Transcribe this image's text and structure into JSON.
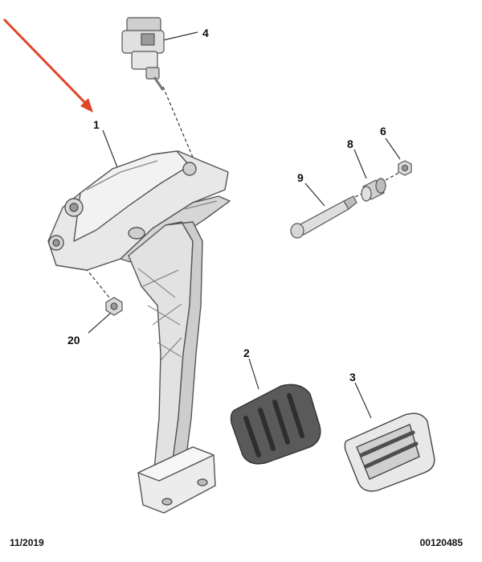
{
  "callouts": [
    {
      "id": "callout-1",
      "label": "1"
    },
    {
      "id": "callout-2",
      "label": "2"
    },
    {
      "id": "callout-3",
      "label": "3"
    },
    {
      "id": "callout-4",
      "label": "4"
    },
    {
      "id": "callout-6",
      "label": "6"
    },
    {
      "id": "callout-8",
      "label": "8"
    },
    {
      "id": "callout-9",
      "label": "9"
    },
    {
      "id": "callout-20",
      "label": "20"
    }
  ],
  "footer": {
    "date": "11/2019",
    "reference": "00120485"
  },
  "colors": {
    "arrow": "#e0452a",
    "part_light": "#e8e8e8",
    "part_mid": "#cfcfcf",
    "part_dark": "#8a8a8a",
    "outline": "#555555",
    "rubber_pad": "#5a5a5a",
    "rubber_ribs": "#3a3a3a"
  }
}
